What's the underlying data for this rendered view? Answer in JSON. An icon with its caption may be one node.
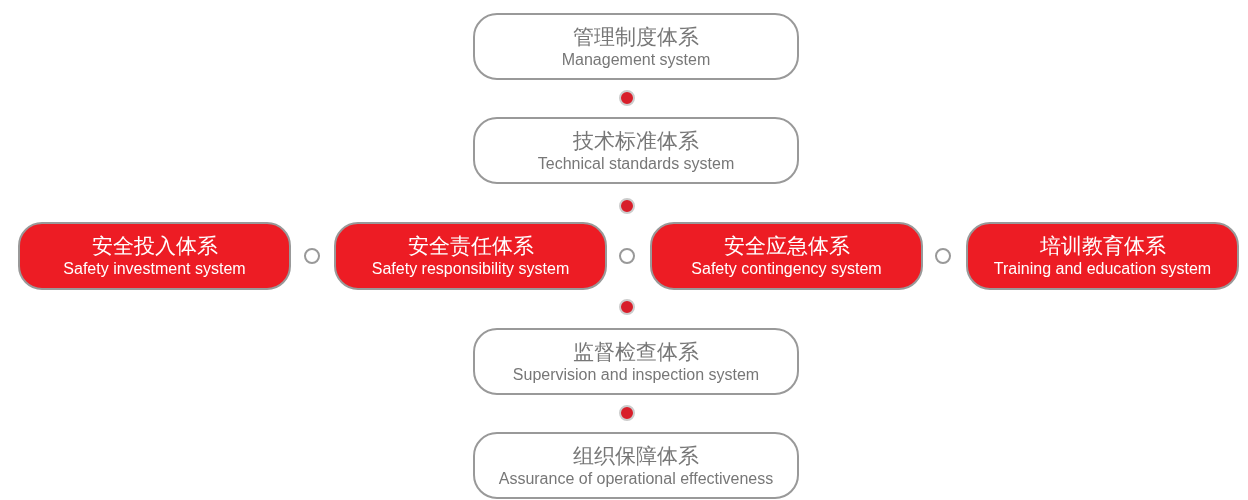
{
  "diagram": {
    "nodes": [
      {
        "text": [
          "管理制度体系",
          "Management system"
        ]
      },
      {
        "text": [],
        "shape": "circle"
      },
      {
        "text": [
          "技术标准体系",
          "Technical standards system"
        ]
      },
      {
        "text": [],
        "shape": "circle"
      },
      {
        "text": [
          "安全投入体系",
          "Safety investment system"
        ]
      },
      {
        "text": [],
        "shape": "circle"
      },
      {
        "text": [
          "安全责任体系",
          "Safety responsibility system"
        ]
      },
      {
        "text": [],
        "shape": "circle"
      },
      {
        "text": [
          "安全应急体系",
          "Safety contingency system"
        ]
      },
      {
        "text": [],
        "shape": "circle"
      },
      {
        "text": [
          "培训教育体系",
          "Training and education system"
        ]
      },
      {
        "text": [],
        "shape": "circle"
      },
      {
        "text": [
          "监督检查体系",
          "Supervision and inspection system"
        ]
      },
      {
        "text": [],
        "shape": "circle"
      },
      {
        "text": [
          "组织保障体系",
          "Assurance of operational effectiveness"
        ]
      }
    ]
  }
}
